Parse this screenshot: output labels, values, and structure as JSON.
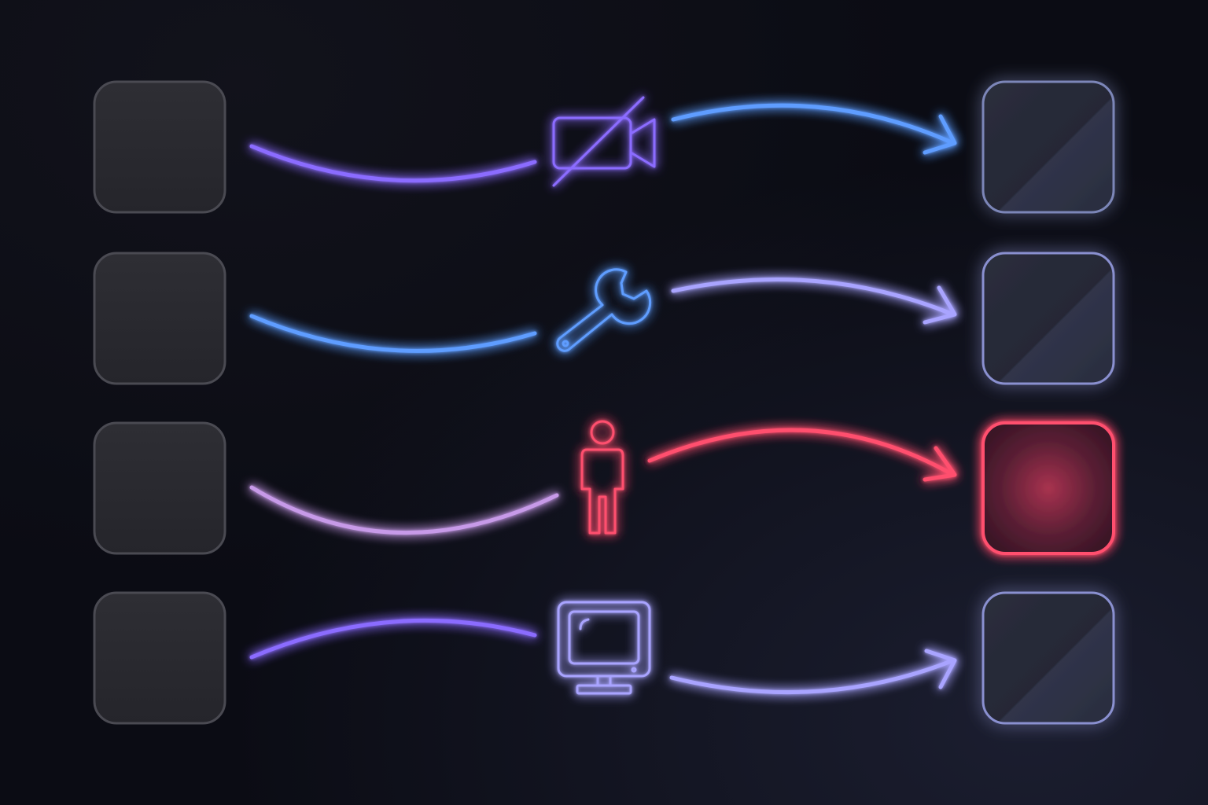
{
  "colors": {
    "background": "#0b0c14",
    "source_box_fill": "#2a2a30",
    "source_box_stroke": "#4a4a52",
    "target_box_fill": "#2a2d3a",
    "violet": "#8b6cff",
    "blue": "#5f9dff",
    "lavender": "#a9a4ff",
    "orchid": "#c79ae8",
    "red": "#ff4f6e"
  },
  "rows": [
    {
      "id": "row-1",
      "icon": "camera-off-icon",
      "in_color": "violet",
      "icon_color": "violet",
      "out_color": "blue",
      "target_state": "normal"
    },
    {
      "id": "row-2",
      "icon": "wrench-icon",
      "in_color": "blue",
      "icon_color": "blue",
      "out_color": "lavender",
      "target_state": "normal"
    },
    {
      "id": "row-3",
      "icon": "person-icon",
      "in_color": "orchid",
      "icon_color": "red",
      "out_color": "red",
      "target_state": "highlighted"
    },
    {
      "id": "row-4",
      "icon": "monitor-icon",
      "in_color": "violet",
      "icon_color": "lavender",
      "out_color": "lavender",
      "target_state": "normal"
    }
  ]
}
